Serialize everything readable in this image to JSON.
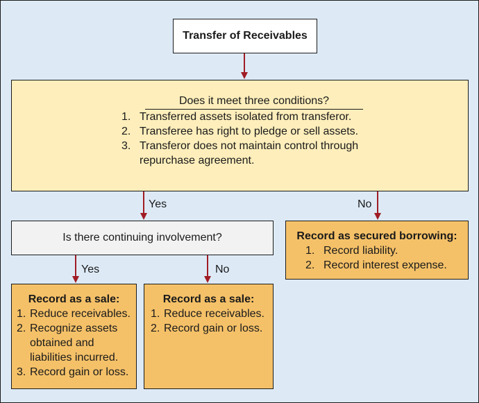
{
  "title": "Transfer of Receivables",
  "conditions": {
    "question": "Does it meet three conditions?",
    "items": [
      {
        "num": "1.",
        "text": "Transferred assets isolated from transferor."
      },
      {
        "num": "2.",
        "text": "Transferee has right to pledge or sell assets."
      },
      {
        "num": "3.",
        "text": "Transferor does not maintain control through repurchase agreement."
      }
    ]
  },
  "edges": {
    "conditions_yes": "Yes",
    "conditions_no": "No",
    "involvement_yes": "Yes",
    "involvement_no": "No"
  },
  "involvement": {
    "question": "Is there continuing involvement?"
  },
  "sale_with_involvement": {
    "heading": "Record as a sale:",
    "items": [
      {
        "num": "1.",
        "text": "Reduce receivables."
      },
      {
        "num": "2.",
        "text": "Recognize assets obtained and liabilities incurred."
      },
      {
        "num": "3.",
        "text": "Record gain or loss."
      }
    ]
  },
  "sale_without_involvement": {
    "heading": "Record as a sale:",
    "items": [
      {
        "num": "1.",
        "text": "Reduce receivables."
      },
      {
        "num": "2.",
        "text": "Record gain or loss."
      }
    ]
  },
  "secured_borrowing": {
    "heading": "Record as secured borrowing:",
    "items": [
      {
        "num": "1.",
        "text": "Record liability."
      },
      {
        "num": "2.",
        "text": "Record interest expense."
      }
    ]
  },
  "colors": {
    "arrow": "#a01c24",
    "conditions_fill": "#fdeebb",
    "outcome_fill": "#f5c168",
    "involvement_fill": "#f2f2f2",
    "background": "#ddeaf6"
  }
}
